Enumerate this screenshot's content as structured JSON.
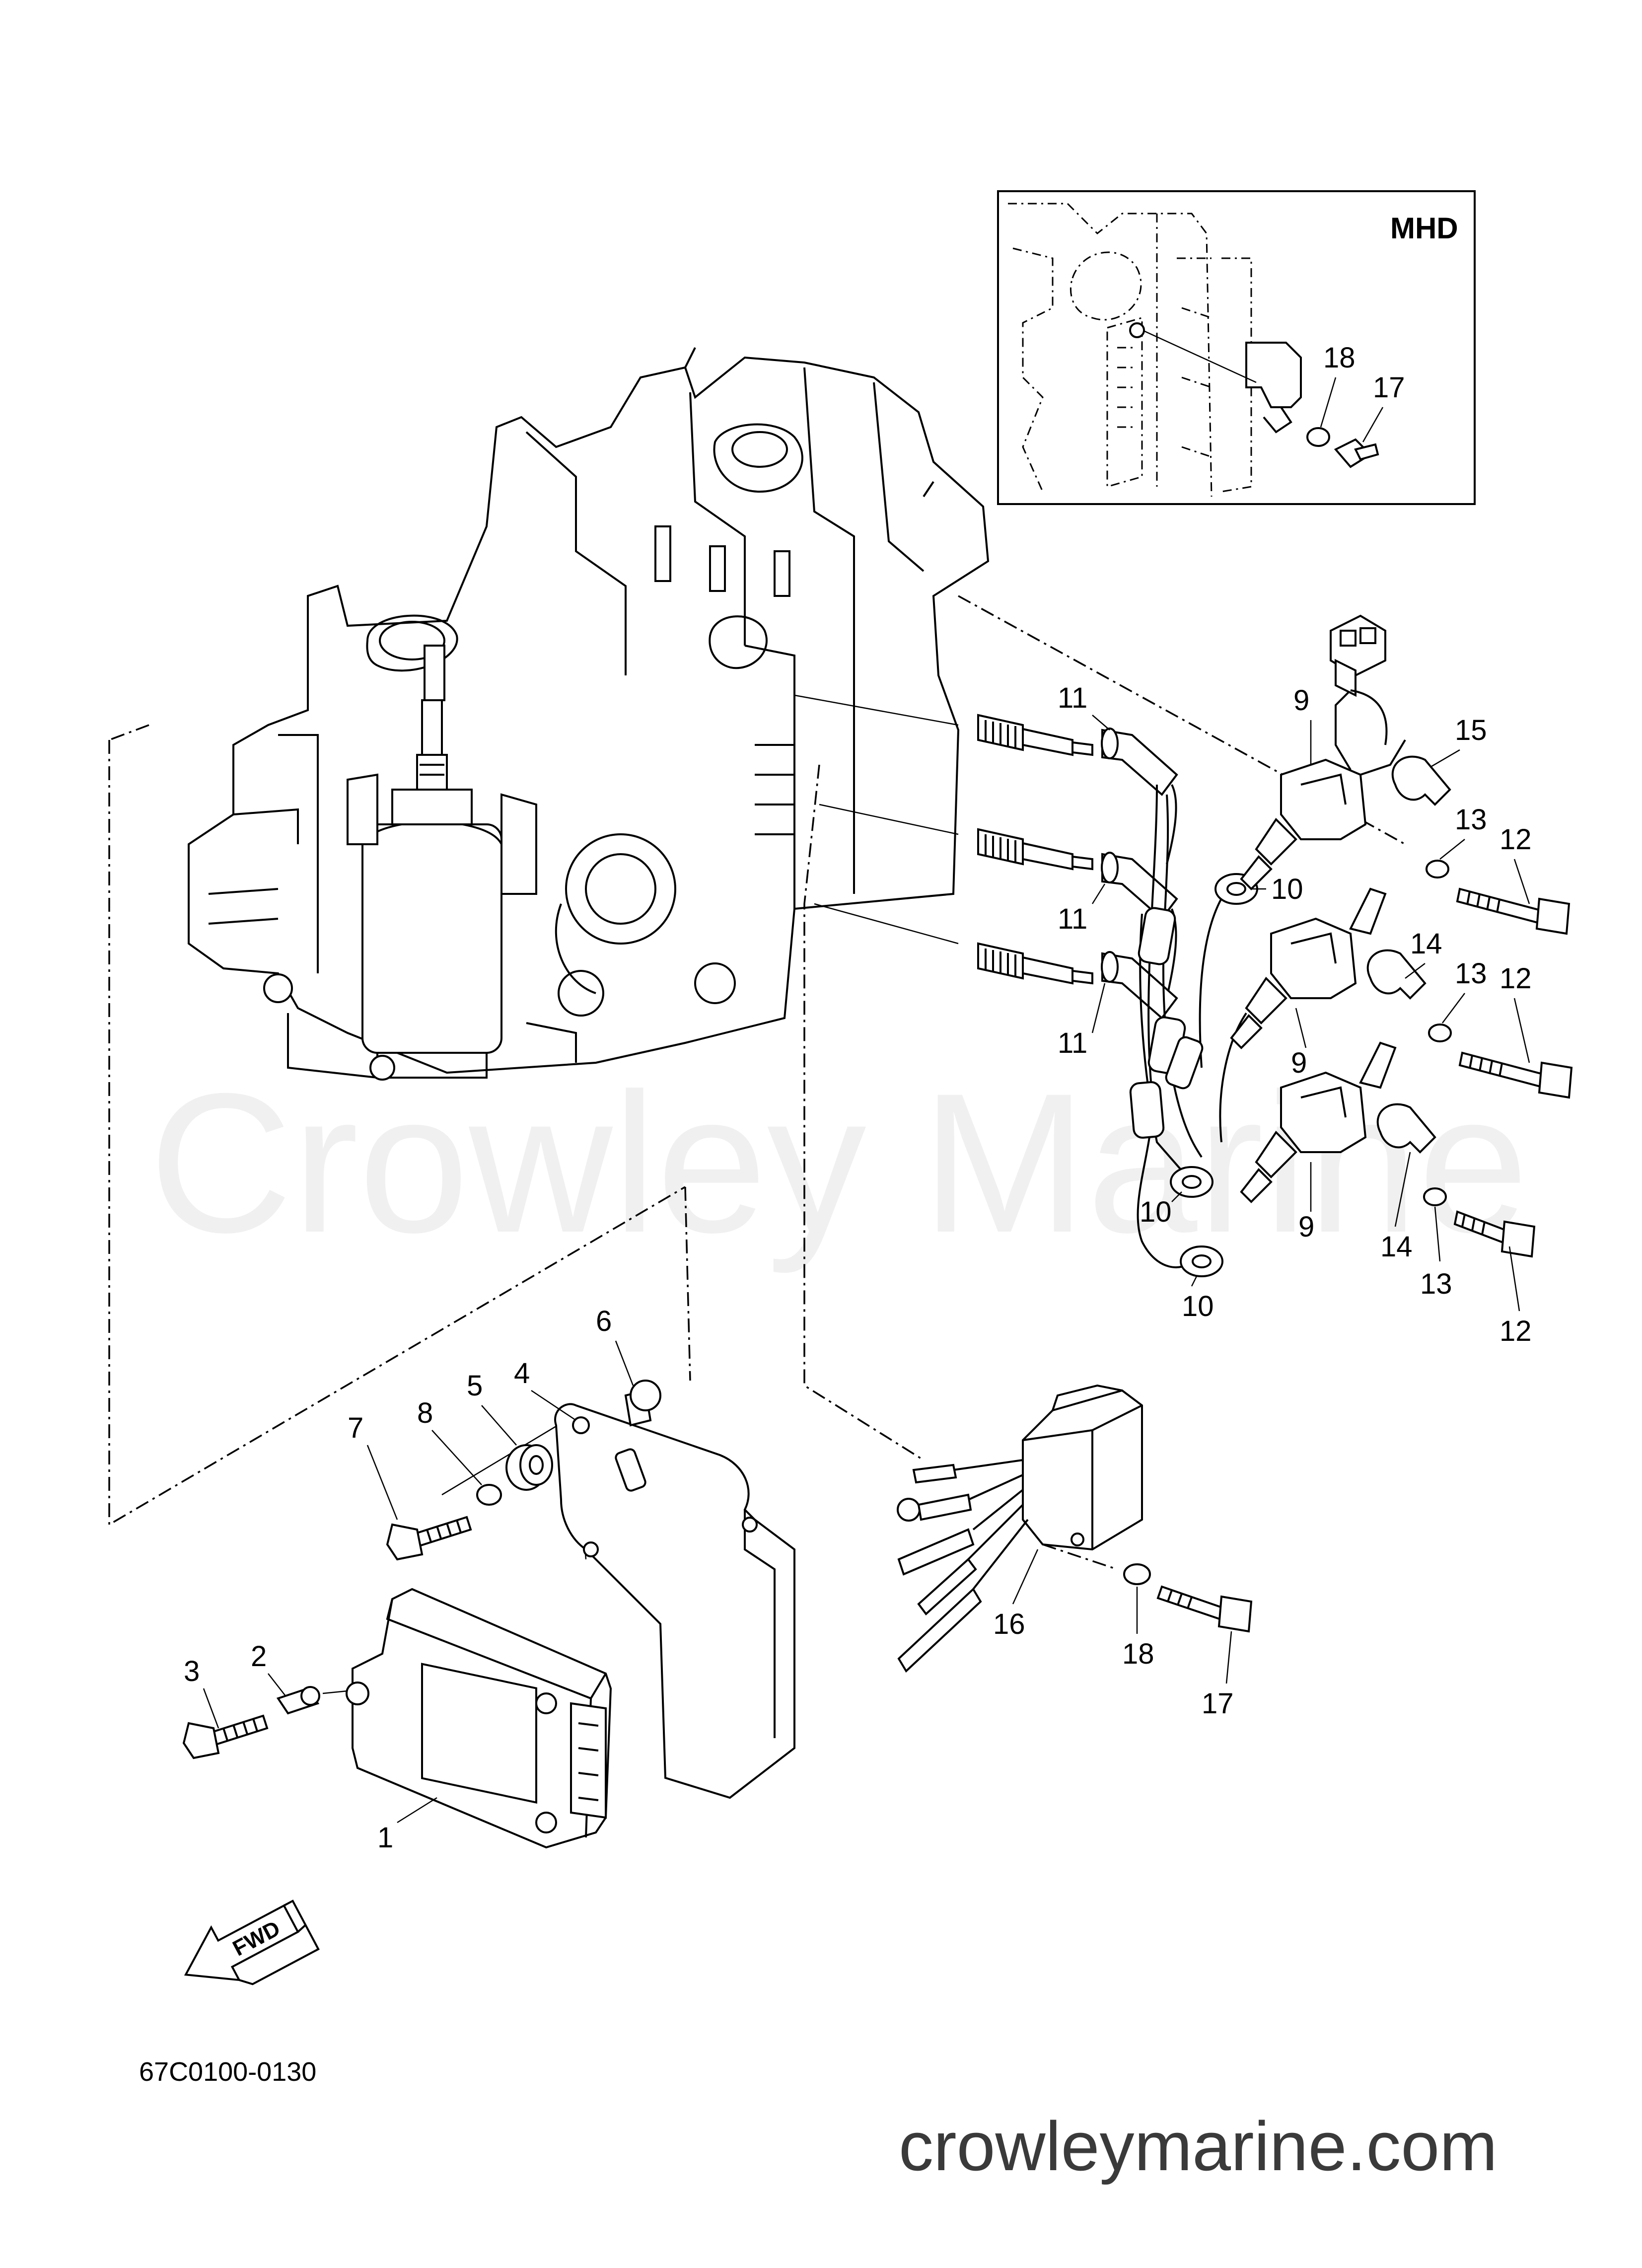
{
  "watermark": "Crowley Marine",
  "website": "crowleymarine.com",
  "drawing_code": "67C0100-0130",
  "inset": {
    "label": "MHD",
    "callouts": [
      "18",
      "17"
    ]
  },
  "direction_arrow": {
    "label": "FWD",
    "icon": "forward-arrow-icon"
  },
  "callouts": {
    "c1": "1",
    "c2": "2",
    "c3": "3",
    "c4": "4",
    "c5": "5",
    "c6": "6",
    "c7": "7",
    "c8": "8",
    "c9a": "9",
    "c9b": "9",
    "c9c": "9",
    "c10a": "10",
    "c10b": "10",
    "c10c": "10",
    "c11a": "11",
    "c11b": "11",
    "c11c": "11",
    "c12a": "12",
    "c12b": "12",
    "c12c": "12",
    "c13a": "13",
    "c13b": "13",
    "c13c": "13",
    "c14a": "14",
    "c14b": "14",
    "c15": "15",
    "c16": "16",
    "c17": "17",
    "c18": "18"
  }
}
